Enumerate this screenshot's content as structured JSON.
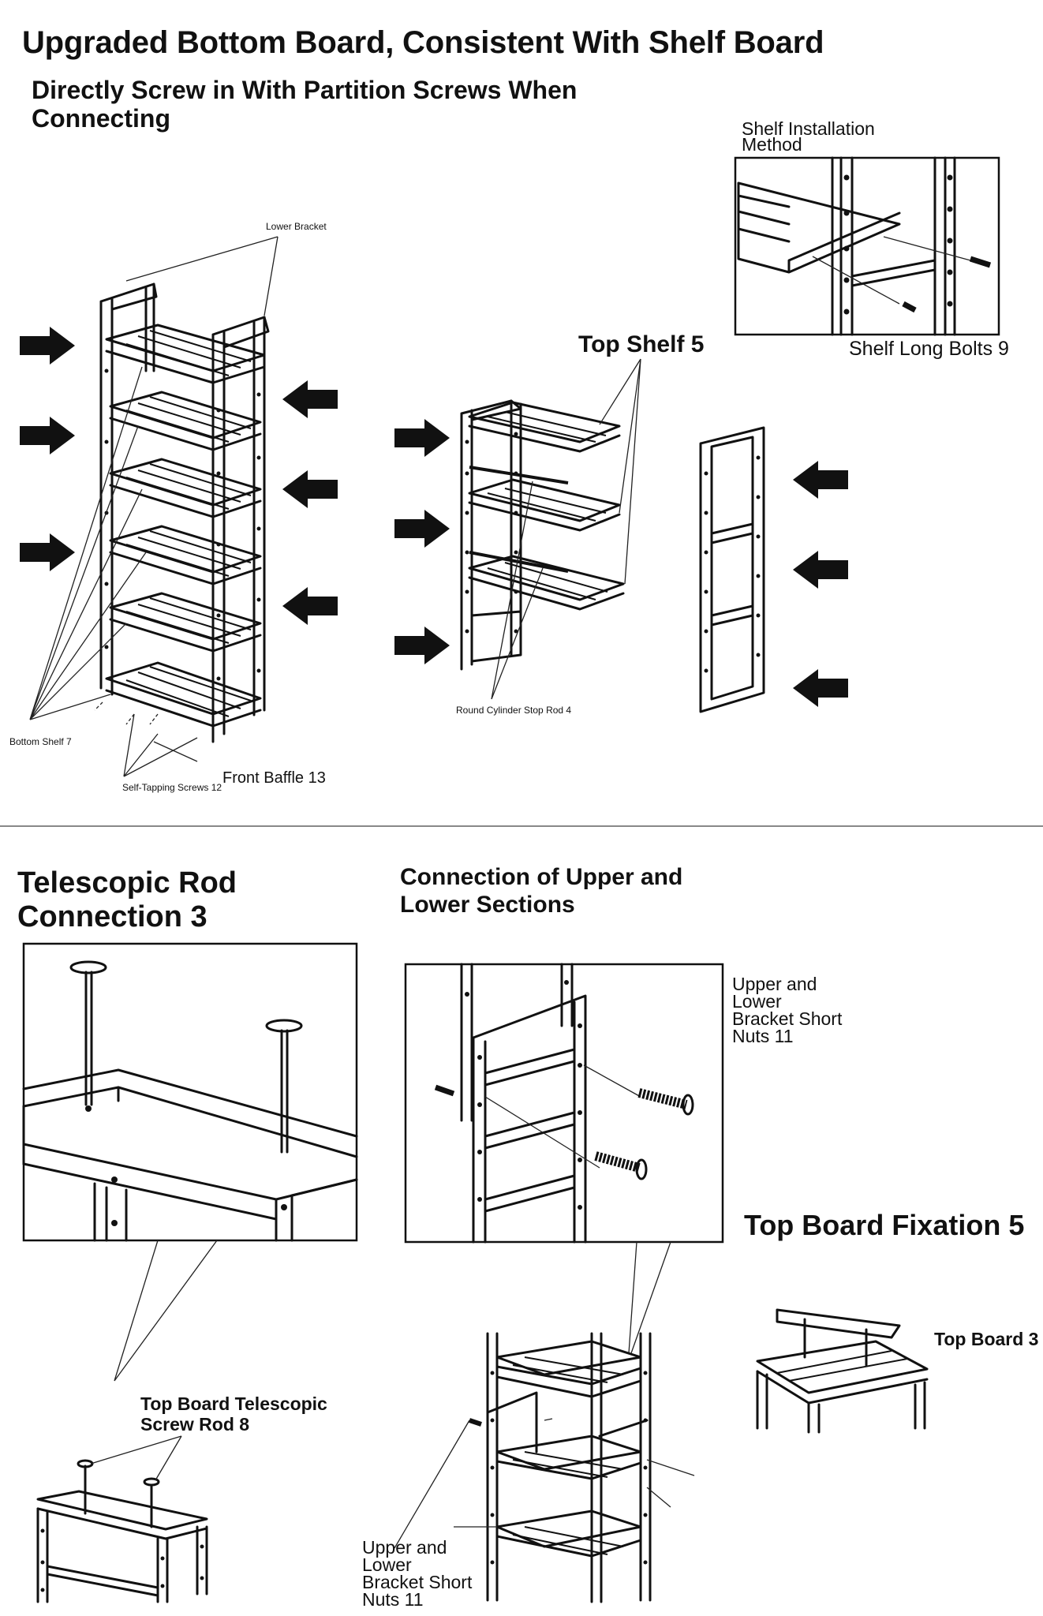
{
  "top": {
    "title": "Upgraded Bottom Board, Consistent With Shelf Board",
    "subtitle_line1": "Directly Screw in With Partition Screws When",
    "subtitle_line2": "Connecting",
    "install_method_line1": "Shelf Installation",
    "install_method_line2": "Method",
    "shelf_long_bolts": "Shelf Long Bolts 9",
    "lower_bracket": "Lower Bracket",
    "top_shelf": "Top Shelf 5",
    "bottom_shelf": "Bottom Shelf 7",
    "front_baffle": "Front Baffle 13",
    "self_tapping_screws": "Self-Tapping Screws 12",
    "round_cylinder_stop_rod": "Round Cylinder Stop Rod 4"
  },
  "bottom": {
    "telescopic_line1": "Telescopic Rod",
    "telescopic_line2": "Connection 3",
    "connection_line1": "Connection of Upper and",
    "connection_line2": "Lower Sections",
    "short_nuts_line1": "Upper and",
    "short_nuts_line2": "Lower",
    "short_nuts_line3": "Bracket Short",
    "short_nuts_line4": "Nuts 11",
    "top_board_fixation": "Top Board Fixation 5",
    "top_board_3": "Top Board 3",
    "telescopic_screw_line1": "Top Board Telescopic",
    "telescopic_screw_line2": "Screw Rod 8",
    "short_nuts_b_line1": "Upper and",
    "short_nuts_b_line2": "Lower",
    "short_nuts_b_line3": "Bracket Short",
    "short_nuts_b_line4": "Nuts 11"
  },
  "icons": [
    "arrow-right-icon",
    "arrow-left-icon",
    "screw-icon"
  ]
}
